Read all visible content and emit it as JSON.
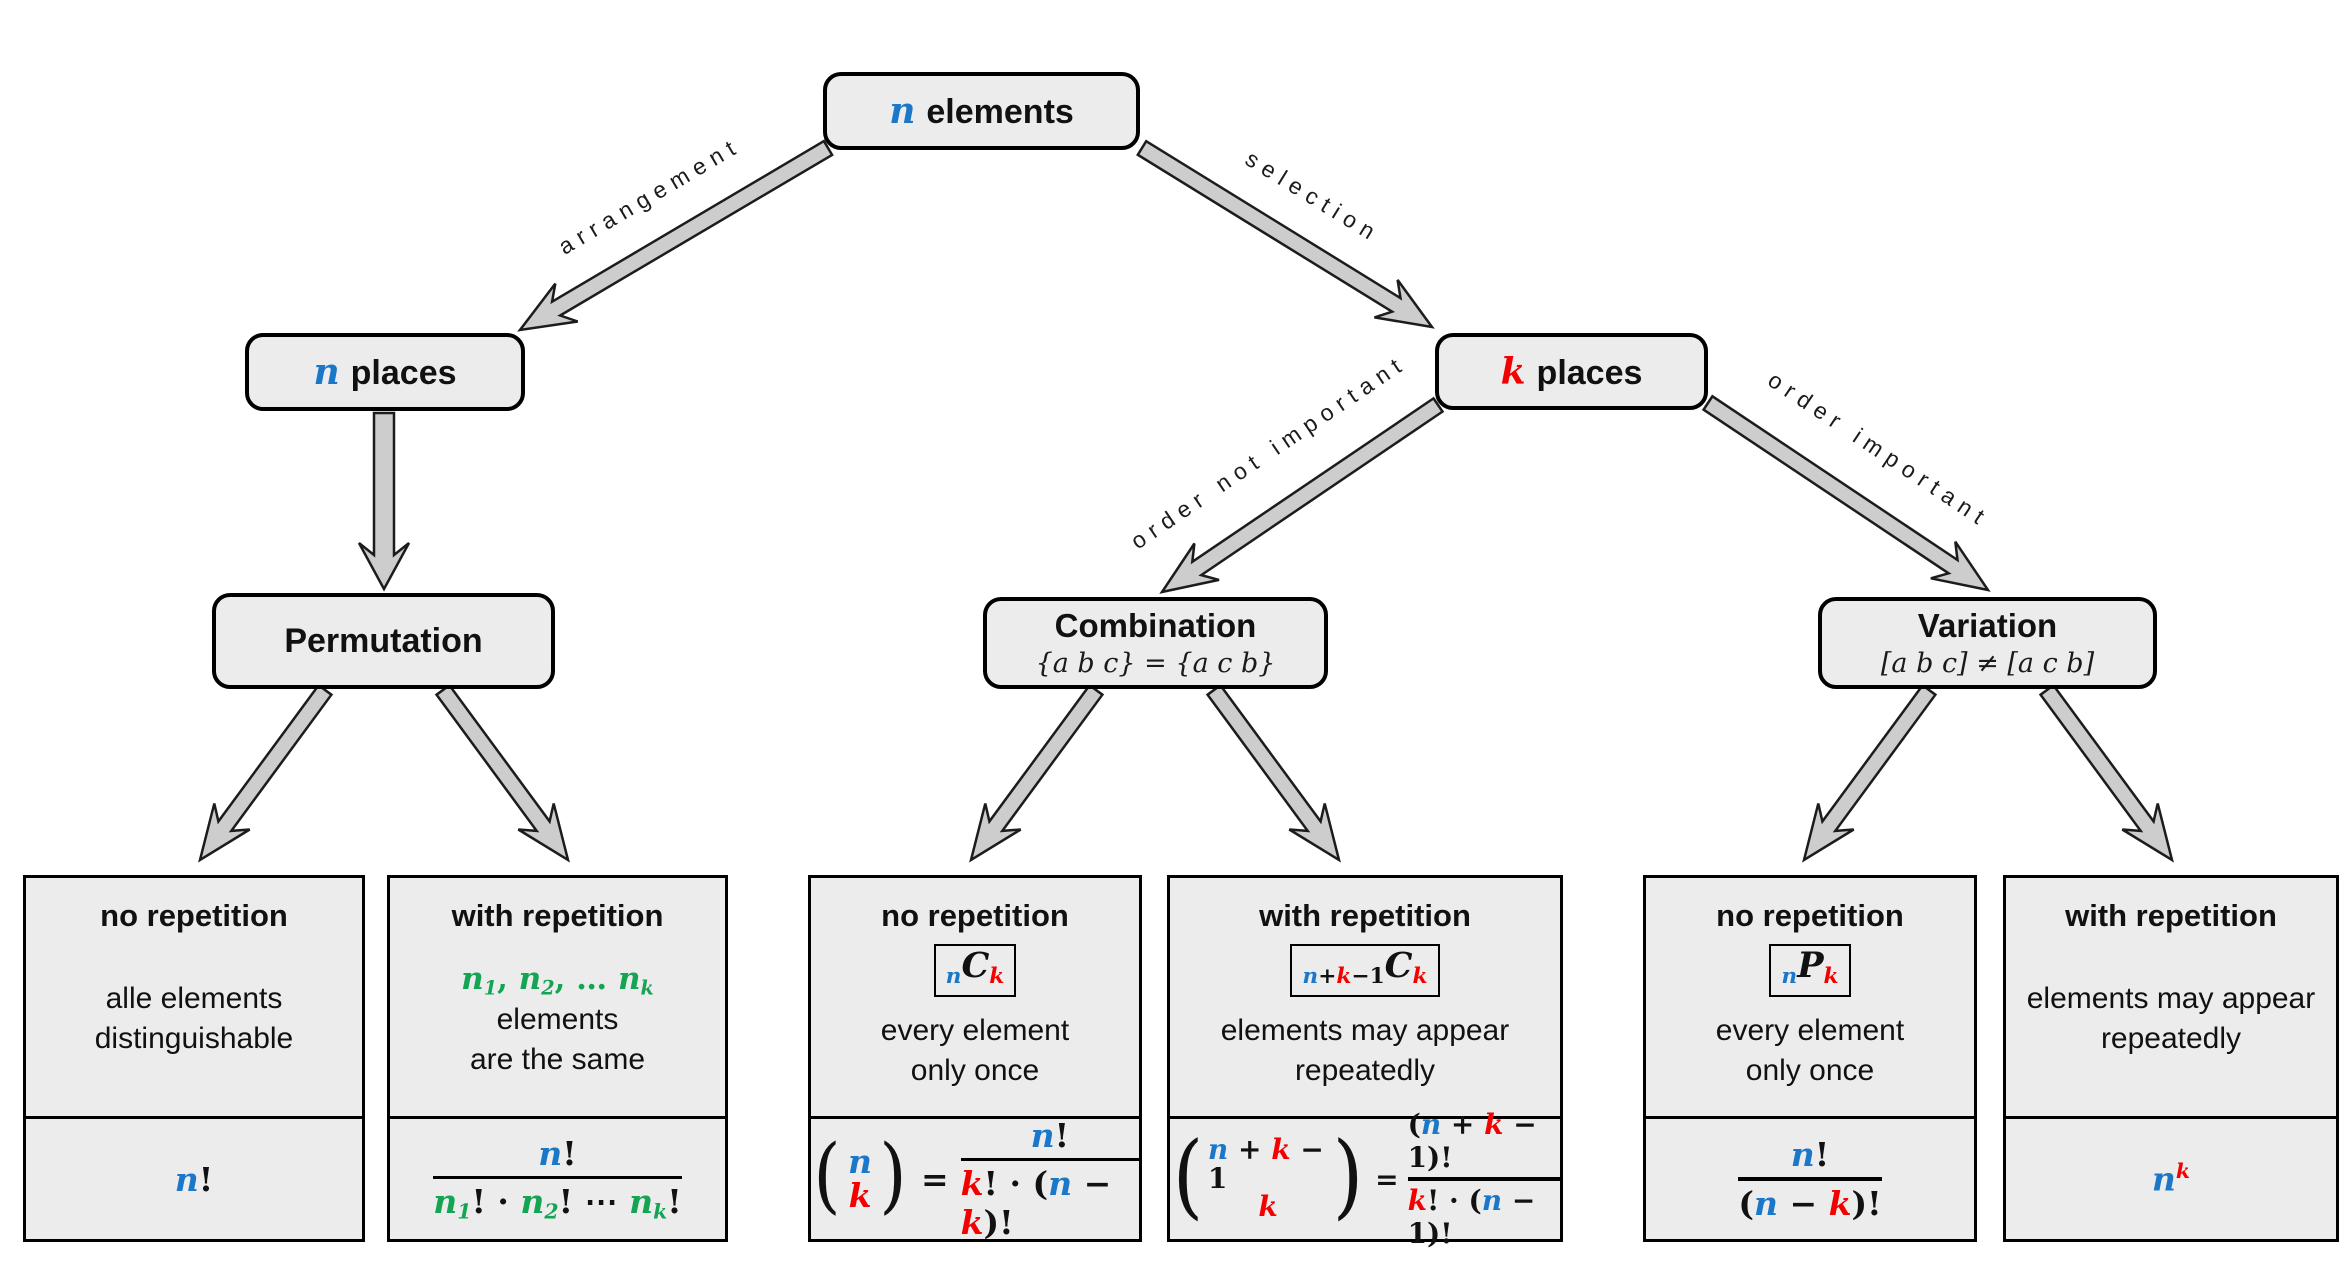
{
  "palette": {
    "blue": "#1b78c9",
    "red": "#f40000",
    "green": "#14a453",
    "box_fill": "#ececec",
    "arrow_fill": "#cdcdcd"
  },
  "sym": {
    "lparen": "(",
    "rparen": ")",
    "eq": "="
  },
  "edges": {
    "arrangement": "arrangement",
    "selection": "selection",
    "order_not_important": "order not important",
    "order_important": "order important"
  },
  "nodes": {
    "root": {
      "var": [
        {
          "t": "n",
          "c": "blue"
        }
      ],
      "text": "elements"
    },
    "n_places": {
      "var": [
        {
          "t": "n",
          "c": "blue"
        }
      ],
      "text": "places"
    },
    "k_places": {
      "var": [
        {
          "t": "k",
          "c": "red"
        }
      ],
      "text": "places"
    },
    "permutation": {
      "title": "Permutation"
    },
    "combination": {
      "title": "Combination",
      "subtitle": "{a b c} = {a c b}"
    },
    "variation": {
      "title": "Variation",
      "subtitle": "[a b c] ≠ [a c b]"
    }
  },
  "leaves": [
    {
      "title": "no repetition",
      "desc": [
        "alle elements",
        "distinguishable"
      ],
      "formula": [
        {
          "t": "n",
          "c": "blue"
        },
        {
          "t": "!",
          "u": true
        }
      ]
    },
    {
      "title": "with repetition",
      "desc_math": [
        {
          "t": "n",
          "c": "green"
        },
        {
          "t": "1",
          "c": "green",
          "sub": true
        },
        {
          "t": ", ",
          "c": "green",
          "u": true
        },
        {
          "t": "n",
          "c": "green"
        },
        {
          "t": "2",
          "c": "green",
          "sub": true
        },
        {
          "t": ", … ",
          "c": "green",
          "u": true
        },
        {
          "t": "n",
          "c": "green"
        },
        {
          "t": "k",
          "c": "green",
          "sub": true
        }
      ],
      "desc_rest": "elements",
      "desc2": "are the same",
      "frac_num": [
        {
          "t": "n",
          "c": "blue"
        },
        {
          "t": "!",
          "u": true
        }
      ],
      "frac_den": [
        {
          "t": "n",
          "c": "green"
        },
        {
          "t": "1",
          "c": "green",
          "sub": true
        },
        {
          "t": "! · ",
          "u": true
        },
        {
          "t": "n",
          "c": "green"
        },
        {
          "t": "2",
          "c": "green",
          "sub": true
        },
        {
          "t": "! ⋯ ",
          "u": true
        },
        {
          "t": "n",
          "c": "green"
        },
        {
          "t": "k",
          "c": "green",
          "sub": true
        },
        {
          "t": "!",
          "u": true
        }
      ]
    },
    {
      "title": "no repetition",
      "badge": [
        {
          "t": "n",
          "c": "blue",
          "sub": true
        },
        {
          "t": "C"
        },
        {
          "t": "k",
          "c": "red",
          "sub": true
        }
      ],
      "desc": [
        "every element",
        "only once"
      ],
      "binom_num": [
        {
          "t": "n",
          "c": "blue"
        }
      ],
      "binom_den": [
        {
          "t": "k",
          "c": "red"
        }
      ],
      "frac_num": [
        {
          "t": "n",
          "c": "blue"
        },
        {
          "t": "!",
          "u": true
        }
      ],
      "frac_den": [
        {
          "t": "k",
          "c": "red"
        },
        {
          "t": "! · (",
          "u": true
        },
        {
          "t": "n",
          "c": "blue"
        },
        {
          "t": " − ",
          "u": true
        },
        {
          "t": "k",
          "c": "red"
        },
        {
          "t": ")!",
          "u": true
        }
      ]
    },
    {
      "title": "with repetition",
      "badge": [
        {
          "t": "n",
          "c": "blue",
          "sub": true
        },
        {
          "t": "+",
          "sub": true,
          "u": true
        },
        {
          "t": "k",
          "c": "red",
          "sub": true
        },
        {
          "t": "−1",
          "sub": true,
          "u": true
        },
        {
          "t": "C"
        },
        {
          "t": "k",
          "c": "red",
          "sub": true
        }
      ],
      "desc": [
        "elements may appear",
        "repeatedly"
      ],
      "binom_num": [
        {
          "t": "n",
          "c": "blue"
        },
        {
          "t": " + ",
          "u": true
        },
        {
          "t": "k",
          "c": "red"
        },
        {
          "t": " − 1",
          "u": true
        }
      ],
      "binom_den": [
        {
          "t": "k",
          "c": "red"
        }
      ],
      "frac_num": [
        {
          "t": "(",
          "u": true
        },
        {
          "t": "n",
          "c": "blue"
        },
        {
          "t": " + ",
          "u": true
        },
        {
          "t": "k",
          "c": "red"
        },
        {
          "t": " − 1)!",
          "u": true
        }
      ],
      "frac_den": [
        {
          "t": "k",
          "c": "red"
        },
        {
          "t": "! · (",
          "u": true
        },
        {
          "t": "n",
          "c": "blue"
        },
        {
          "t": " − 1)!",
          "u": true
        }
      ]
    },
    {
      "title": "no repetition",
      "badge": [
        {
          "t": "n",
          "c": "blue",
          "sub": true
        },
        {
          "t": "P"
        },
        {
          "t": "k",
          "c": "red",
          "sub": true
        }
      ],
      "desc": [
        "every element",
        "only once"
      ],
      "frac_num": [
        {
          "t": "n",
          "c": "blue"
        },
        {
          "t": "!",
          "u": true
        }
      ],
      "frac_den": [
        {
          "t": "(",
          "u": true
        },
        {
          "t": "n",
          "c": "blue"
        },
        {
          "t": " − ",
          "u": true
        },
        {
          "t": "k",
          "c": "red"
        },
        {
          "t": ")!",
          "u": true
        }
      ]
    },
    {
      "title": "with repetition",
      "desc": [
        "elements may appear",
        "repeatedly"
      ],
      "formula": [
        {
          "t": "n",
          "c": "blue"
        },
        {
          "t": "k",
          "c": "red",
          "sup": true
        }
      ]
    }
  ]
}
